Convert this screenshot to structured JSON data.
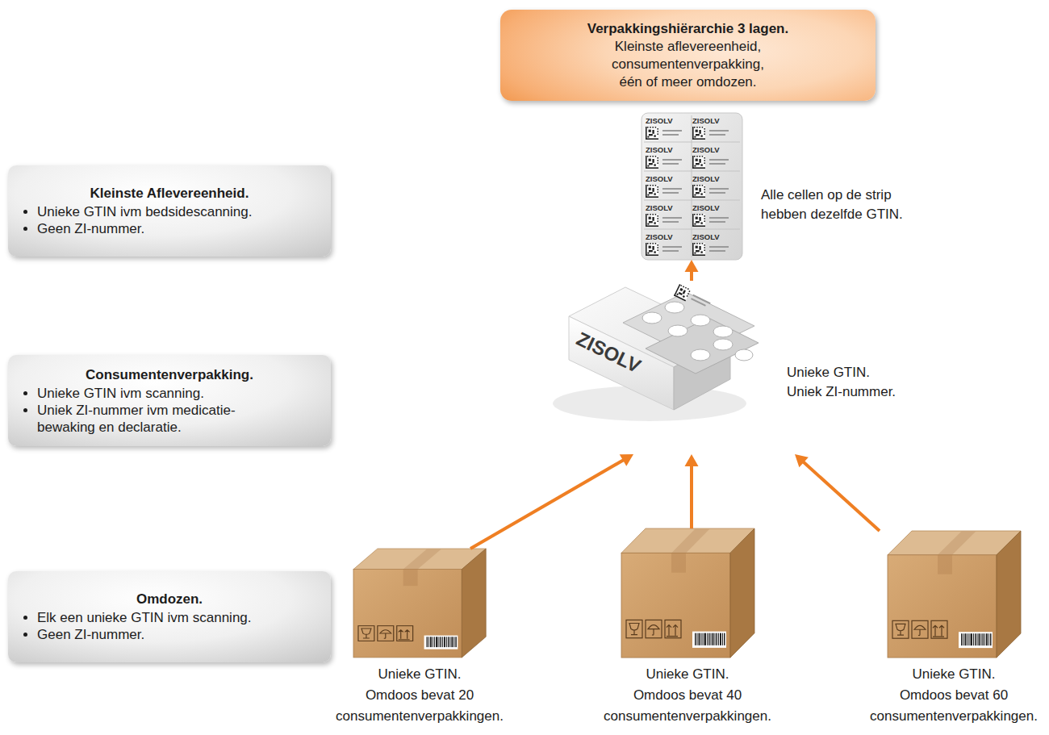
{
  "diagram": {
    "nodes": [
      {
        "text": [
          "Verpakkingshiërarchie 3 lagen.",
          "Kleinste aflevereenheid, consumentenverpakking, één of meer omdozen."
        ]
      },
      {
        "text": [
          "Kleinste Aflevereenheid.",
          "Unieke GTIN ivm bedsidescanning.",
          "Geen ZI-nummer."
        ]
      },
      {
        "text": [
          "ZISOLV",
          "ZISOLV",
          "ZISOLV",
          "ZISOLV",
          "ZISOLV",
          "ZISOLV",
          "ZISOLV",
          "ZISOLV",
          "ZISOLV",
          "ZISOLV",
          "Alle cellen op de strip hebben dezelfde GTIN."
        ]
      },
      {
        "text": [
          "Consumentenverpakking.",
          "Unieke GTIN ivm scanning.",
          "Uniek ZI-nummer ivm medicatie-bewaking en declaratie."
        ]
      },
      {
        "text": [
          "ZISOLV",
          "Unieke GTIN. Uniek ZI-nummer."
        ]
      },
      {
        "text": [
          "Omdozen.",
          "Elk een unieke GTIN ivm scanning.",
          "Geen ZI-nummer."
        ]
      },
      {
        "text": [
          "Unieke GTIN.",
          "Omdoos bevat 20 consumentenverpakkingen."
        ]
      },
      {
        "text": [
          "Unieke GTIN.",
          "Omdoos bevat 40 consumentenverpakkingen."
        ]
      },
      {
        "text": [
          "Unieke GTIN.",
          "Omdoos bevat 60 consumentenverpakkingen."
        ]
      }
    ],
    "edges": [
      {
        "from": 4,
        "to": 2,
        "arrow": "to"
      },
      {
        "from": 6,
        "to": 4,
        "arrow": "to"
      },
      {
        "from": 7,
        "to": 4,
        "arrow": "to"
      },
      {
        "from": 8,
        "to": 4,
        "arrow": "to"
      }
    ]
  }
}
